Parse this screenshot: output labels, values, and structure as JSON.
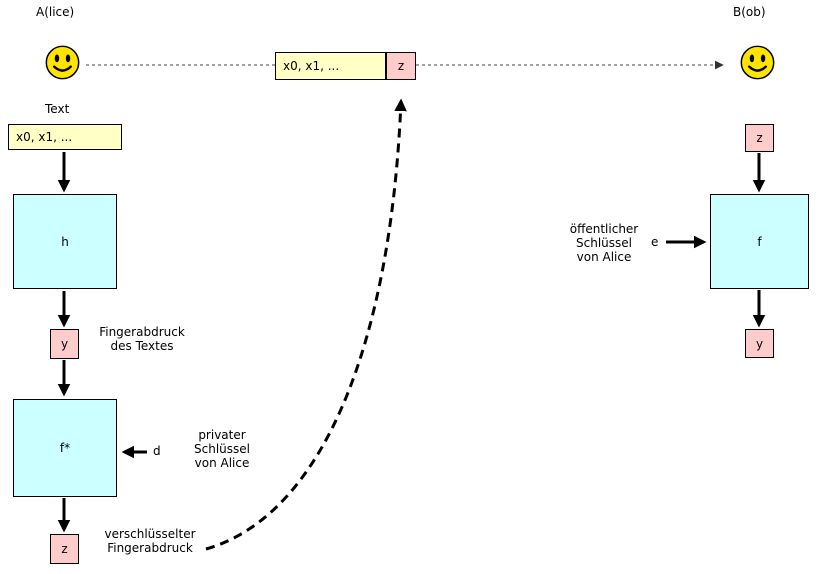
{
  "diagram": {
    "alice": {
      "label": "A(lice)"
    },
    "bob": {
      "label": "B(ob)"
    },
    "transmission": {
      "message": "x0, x1, ...",
      "signature": "z"
    },
    "alice_side": {
      "text_label": "Text",
      "input": "x0, x1, ...",
      "hash_fn": "h",
      "fingerprint": "y",
      "fingerprint_caption": "Fingerabdruck\ndes Textes",
      "sign_fn": "f*",
      "private_key_var": "d",
      "private_key_caption": "privater\nSchlüssel\nvon Alice",
      "signature": "z",
      "signature_caption": "verschlüsselter\nFingerabdruck"
    },
    "bob_side": {
      "signature": "z",
      "verify_fn": "f",
      "public_key_var": "e",
      "public_key_caption": "öffentlicher\nSchlüssel\nvon Alice",
      "fingerprint": "y"
    }
  },
  "colors": {
    "box_yellow": "#ffffc6",
    "box_pink": "#ffcccc",
    "box_cyan": "#ccffff",
    "smiley_yellow": "#ffe400"
  }
}
